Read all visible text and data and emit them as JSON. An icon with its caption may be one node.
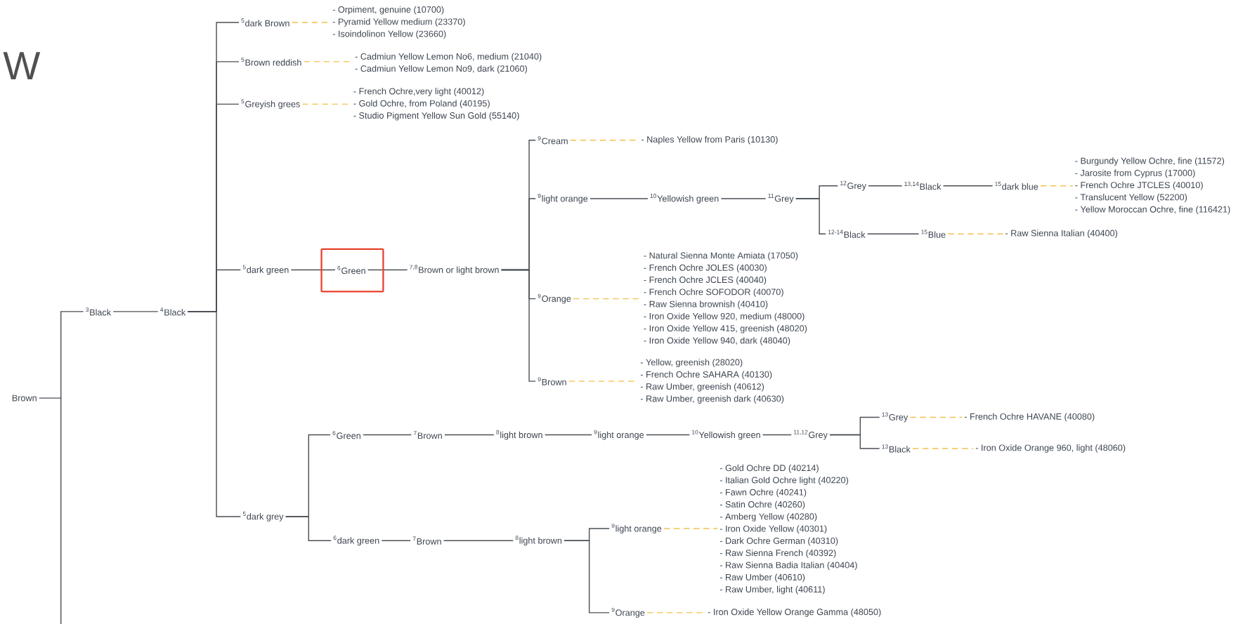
{
  "diagram": {
    "nodes": [
      {
        "text": [
          "Brown"
        ]
      },
      {
        "text": [
          "$^{3}$Black"
        ]
      },
      {
        "text": [
          "$^{4}$Black"
        ]
      },
      {
        "text": [
          "$^{5}$dark Brown"
        ]
      },
      {
        "text": [
          "- Orpiment, genuine (10700)",
          "- Pyramid Yellow medium (23370)",
          "- Isoindolinon Yellow (23660)"
        ]
      },
      {
        "text": [
          "$^{5}$Brown reddish"
        ]
      },
      {
        "text": [
          "- Cadmiun Yellow Lemon No6, medium (21040)",
          "- Cadmiun Yellow Lemon No9, dark (21060)"
        ]
      },
      {
        "text": [
          "$^{5}$Greyish grees"
        ]
      },
      {
        "text": [
          "- French Ochre,very light (40012)",
          "- Gold Ochre, from Poland (40195)",
          "- Studio Pigment Yellow Sun Gold (55140)"
        ]
      },
      {
        "text": [
          "$^{5}$dark green"
        ]
      },
      {
        "text": [
          "$^{6}$Green"
        ]
      },
      {
        "text": [
          "$^{7,8}$Brown or light brown"
        ]
      },
      {
        "text": [
          "$^{9}$Cream"
        ]
      },
      {
        "text": [
          "- Naples Yellow from Paris (10130)"
        ]
      },
      {
        "text": [
          "$^{9}$light orange"
        ]
      },
      {
        "text": [
          "$^{10}$Yellowish green"
        ]
      },
      {
        "text": [
          "$^{11}$Grey"
        ]
      },
      {
        "text": [
          "$^{12}$Grey"
        ]
      },
      {
        "text": [
          "$^{13,14}$Black"
        ]
      },
      {
        "text": [
          "$^{15}$dark blue"
        ]
      },
      {
        "text": [
          "- Burgundy Yellow Ochre, fine (11572)",
          "- Jarosite from Cyprus (17000)",
          "- French Ochre JTCLES (40010)",
          "- Translucent Yellow (52200)",
          "- Yellow Moroccan Ochre, fine (116421)"
        ]
      },
      {
        "text": [
          "$^{12-14}$Black"
        ]
      },
      {
        "text": [
          "$^{15}$Blue"
        ]
      },
      {
        "text": [
          "- Raw Sienna Italian (40400)"
        ]
      },
      {
        "text": [
          "$^{9}$Orange"
        ]
      },
      {
        "text": [
          "- Natural Sienna Monte Amiata (17050)",
          "- French Ochre JOLES (40030)",
          "- French Ochre JCLES (40040)",
          "- French Ochre SOFODOR (40070)",
          "- Raw Sienna brownish (40410)",
          "- Iron Oxide Yellow 920, medium (48000)",
          "- Iron Oxide Yellow 415, greenish (48020)",
          "- Iron Oxide Yellow 940, dark (48040)"
        ]
      },
      {
        "text": [
          "$^{9}$Brown"
        ]
      },
      {
        "text": [
          "- Yellow, greenish (28020)",
          "- French Ochre SAHARA (40130)",
          "- Raw Umber, greenish (40612)",
          "- Raw Umber, greenish dark (40630)"
        ]
      },
      {
        "text": [
          "$^{5}$dark grey"
        ]
      },
      {
        "text": [
          "$^{6}$Green"
        ]
      },
      {
        "text": [
          "$^{7}$Brown"
        ]
      },
      {
        "text": [
          "$^{8}$light brown"
        ]
      },
      {
        "text": [
          "$^{9}$light orange"
        ]
      },
      {
        "text": [
          "$^{10}$Yellowish green"
        ]
      },
      {
        "text": [
          "$^{11,12}$Grey"
        ]
      },
      {
        "text": [
          "$^{13}$Grey"
        ]
      },
      {
        "text": [
          "- French Ochre HAVANE (40080)"
        ]
      },
      {
        "text": [
          "$^{13}$Black"
        ]
      },
      {
        "text": [
          "- Iron Oxide Orange 960, light (48060)"
        ]
      },
      {
        "text": [
          "$^{6}$dark green"
        ]
      },
      {
        "text": [
          "$^{7}$Brown"
        ]
      },
      {
        "text": [
          "$^{8}$light brown"
        ]
      },
      {
        "text": [
          "$^{9}$light orange"
        ]
      },
      {
        "text": [
          "- Gold Ochre DD (40214)",
          "- Italian Gold Ochre light (40220)",
          "- Fawn Ochre (40241)",
          "- Satin Ochre (40260)",
          "- Amberg Yellow (40280)",
          "- Iron Oxide Yellow (40301)",
          "- Dark Ochre German (40310)",
          "- Raw Sienna French (40392)",
          "- Raw Sienna Badia Italian (40404)",
          "- Raw Umber (40610)",
          "- Raw Umber, light (40611)"
        ]
      },
      {
        "text": [
          "$^{9}$Orange"
        ]
      },
      {
        "text": [
          "- Iron Oxide Yellow Orange Gamma (48050)"
        ]
      }
    ],
    "edges": [
      {
        "from": 0,
        "to": 1,
        "arrow": "none"
      },
      {
        "from": 1,
        "to": 2,
        "arrow": "none"
      },
      {
        "from": 2,
        "to": 3,
        "arrow": "none"
      },
      {
        "from": 2,
        "to": 5,
        "arrow": "none"
      },
      {
        "from": 2,
        "to": 7,
        "arrow": "none"
      },
      {
        "from": 2,
        "to": 9,
        "arrow": "none"
      },
      {
        "from": 2,
        "to": 28,
        "arrow": "none"
      },
      {
        "from": 3,
        "to": 4,
        "arrow": "none",
        "style": "dashed",
        "color": "#f2c14e"
      },
      {
        "from": 5,
        "to": 6,
        "arrow": "none",
        "style": "dashed",
        "color": "#f2c14e"
      },
      {
        "from": 7,
        "to": 8,
        "arrow": "none",
        "style": "dashed",
        "color": "#f2c14e"
      },
      {
        "from": 9,
        "to": 10,
        "arrow": "none"
      },
      {
        "from": 10,
        "to": 11,
        "arrow": "none"
      },
      {
        "from": 11,
        "to": 12,
        "arrow": "none"
      },
      {
        "from": 11,
        "to": 14,
        "arrow": "none"
      },
      {
        "from": 11,
        "to": 24,
        "arrow": "none"
      },
      {
        "from": 11,
        "to": 26,
        "arrow": "none"
      },
      {
        "from": 12,
        "to": 13,
        "arrow": "none",
        "style": "dashed",
        "color": "#f2c14e"
      },
      {
        "from": 14,
        "to": 15,
        "arrow": "none"
      },
      {
        "from": 15,
        "to": 16,
        "arrow": "none"
      },
      {
        "from": 16,
        "to": 17,
        "arrow": "none"
      },
      {
        "from": 16,
        "to": 21,
        "arrow": "none"
      },
      {
        "from": 17,
        "to": 18,
        "arrow": "none"
      },
      {
        "from": 18,
        "to": 19,
        "arrow": "none"
      },
      {
        "from": 19,
        "to": 20,
        "arrow": "none",
        "style": "dashed",
        "color": "#f2c14e"
      },
      {
        "from": 21,
        "to": 22,
        "arrow": "none"
      },
      {
        "from": 22,
        "to": 23,
        "arrow": "none",
        "style": "dashed",
        "color": "#f2c14e"
      },
      {
        "from": 24,
        "to": 25,
        "arrow": "none",
        "style": "dashed",
        "color": "#f2c14e"
      },
      {
        "from": 26,
        "to": 27,
        "arrow": "none",
        "style": "dashed",
        "color": "#f2c14e"
      },
      {
        "from": 28,
        "to": 29,
        "arrow": "none"
      },
      {
        "from": 28,
        "to": 39,
        "arrow": "none"
      },
      {
        "from": 29,
        "to": 30,
        "arrow": "none"
      },
      {
        "from": 30,
        "to": 31,
        "arrow": "none"
      },
      {
        "from": 31,
        "to": 32,
        "arrow": "none"
      },
      {
        "from": 32,
        "to": 33,
        "arrow": "none"
      },
      {
        "from": 33,
        "to": 34,
        "arrow": "none"
      },
      {
        "from": 34,
        "to": 35,
        "arrow": "none"
      },
      {
        "from": 34,
        "to": 37,
        "arrow": "none"
      },
      {
        "from": 35,
        "to": 36,
        "arrow": "none",
        "style": "dashed",
        "color": "#f2c14e"
      },
      {
        "from": 37,
        "to": 38,
        "arrow": "none",
        "style": "dashed",
        "color": "#f2c14e"
      },
      {
        "from": 39,
        "to": 40,
        "arrow": "none"
      },
      {
        "from": 40,
        "to": 41,
        "arrow": "none"
      },
      {
        "from": 41,
        "to": 42,
        "arrow": "none"
      },
      {
        "from": 41,
        "to": 44,
        "arrow": "none"
      },
      {
        "from": 42,
        "to": 43,
        "arrow": "none",
        "style": "dashed",
        "color": "#f2c14e"
      },
      {
        "from": 44,
        "to": 45,
        "arrow": "none",
        "style": "dashed",
        "color": "#f2c14e"
      }
    ],
    "labels": [
      "W"
    ]
  }
}
